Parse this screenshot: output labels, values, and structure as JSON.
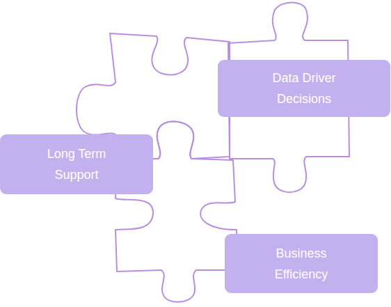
{
  "diagram": {
    "nodes": [
      {
        "text": [
          "Data Driver Decisions"
        ]
      },
      {
        "text": [
          "Long Term Support"
        ]
      },
      {
        "text": [
          "Business Efficiency"
        ]
      }
    ]
  }
}
